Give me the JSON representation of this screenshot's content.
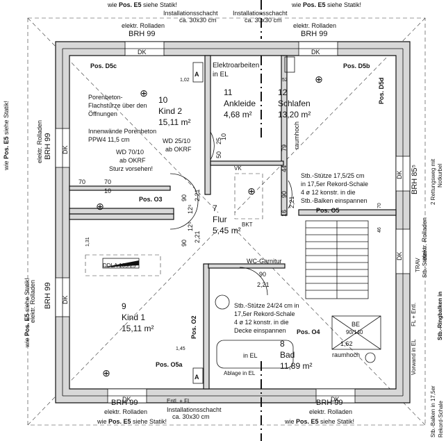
{
  "external": {
    "top_left_note": [
      "wie ",
      "Pos. E5",
      " siehe Statik!"
    ],
    "top_right_note": [
      "wie ",
      "Pos. E5",
      " siehe Statik!"
    ],
    "bottom_left_note": [
      "wie ",
      "Pos. E5",
      " siehe Statik!"
    ],
    "bottom_right_note": [
      "wie ",
      "Pos. E5",
      " siehe Statik!"
    ],
    "left_note_1": [
      "wie ",
      "Pos. E5",
      " siehe Statik!"
    ],
    "left_note_2": [
      "wie ",
      "Pos. E5",
      " siehe Statik!"
    ],
    "right_note_1": "2 Rettungsweg mit",
    "right_note_2": "Notkurbel",
    "right_note_3": "Stb.-Stütze",
    "right_note_4": "TRAV",
    "right_note_5": "Stb.-Ringbalken in",
    "right_note_6": "Stb.-Balken in 17,5er",
    "right_note_7": "Rekord-Schale",
    "right_note_8": "Vorwand in EL",
    "right_note_9": "FL + Entl."
  },
  "shafts": {
    "top_1_label": "Installationsschacht",
    "top_1_size": "ca. 30x30 cm",
    "top_2_label": "Installationsschacht",
    "top_2_size": "ca. 30x30 cm",
    "bottom_label": "Installationsschacht",
    "bottom_size": "ca. 30x30 cm",
    "bottom_entl": "Entl. + FL"
  },
  "windows": {
    "top_left_rolladen": "elektr. Rolladen",
    "top_left_brh": "BRH 99",
    "top_right_rolladen": "elektr. Rolladen",
    "top_right_brh": "BRH 99",
    "bottom_left_brh": "BRH 99",
    "bottom_left_rolladen": "elektr. Rolladen",
    "bottom_right_brh": "BRH 99",
    "bottom_right_rolladen": "elektr. Rolladen",
    "left_upper_rolladen": "elektr. Rolladen",
    "left_upper_brh": "BRH 99",
    "left_lower_rolladen": "elektr. Rolladen",
    "left_lower_brh": "BRH 99",
    "right_upper_brh": "BRH 85⁵",
    "right_lower_rolladen": "elektr. Rolladen",
    "dk": "DK"
  },
  "rooms": {
    "kind2": {
      "num": "10",
      "name": "Kind 2",
      "area": "15,11 m²"
    },
    "ankleide": {
      "num": "11",
      "name": "Ankleide",
      "area": "4,68 m²"
    },
    "schlafen": {
      "num": "12",
      "name": "Schlafen",
      "area": "13,20 m²"
    },
    "flur": {
      "num": "7",
      "name": "Flur",
      "area": "5,45 m²"
    },
    "kind1": {
      "num": "9",
      "name": "Kind 1",
      "area": "15,11 m²"
    },
    "bad": {
      "num": "8",
      "name": "Bad",
      "area": "11,89 m²"
    }
  },
  "positions": {
    "d5c": "Pos. D5c",
    "d5b": "Pos. D5b",
    "d5d": "Pos. D5d",
    "o3": "Pos. O3",
    "o5": "Pos. O5",
    "o2": "Pos. O2",
    "o4": "Pos. O4",
    "o5a": "Pos. O5a"
  },
  "notes": {
    "porenbeton_1": "Porenbeton-",
    "porenbeton_2": "Flachstürze über den",
    "porenbeton_3": "Öffnungen",
    "innenwaende_1": "Innenwände Porenbeton",
    "innenwaende_2": "PPW4 11,5 cm",
    "wd7010_1": "WD 70/10",
    "wd7010_2": "ab OKRF",
    "wd7010_3": "Sturz vorsehen!",
    "wd2510_1": "WD 25/10",
    "wd2510_2": "ab OKRF",
    "elektro_1": "Elektroarbeiten",
    "elektro_2": "in EL",
    "stuetze1_1": "Stb.-Stütze 17,5/25 cm",
    "stuetze1_2": "in 17,5er Rekord-Schale",
    "stuetze1_3": "4 ø 12 konstr. in die",
    "stuetze1_4": "Stb.-Balken einspannen",
    "stuetze2_1": "Stb.-Stütze 24/24 cm in",
    "stuetze2_2": "17,5er Rekord-Schale",
    "stuetze2_3": "4 ø 12 konstr. in die",
    "stuetze2_4": "Decke einspannen",
    "ddla": "DDLA 105/25",
    "wc": "WC-Garnitur",
    "raumhoch": "raumhoch",
    "in_el": "in EL",
    "ablage": "Ablage in EL",
    "be": "BE",
    "be_size": "90/140",
    "vk": "VK",
    "bkt": "BKT",
    "a": "A"
  },
  "dims": {
    "d102": "1,02",
    "d52": "52",
    "d70a": "70",
    "d70b": "70",
    "d10": "10",
    "d90a": "90",
    "d90b": "90",
    "d90c": "90",
    "d90d": "90",
    "d221a": "2,21",
    "d221b": "2,21",
    "d221c": "2,21",
    "d221d": "2,21",
    "d125a": "12⁵",
    "d125b": "12⁵",
    "d50": "50",
    "d25": "25",
    "d10b": "10",
    "d79": "79",
    "d44": "44",
    "d16": "16",
    "d131": "1,31",
    "d145": "1,45",
    "d162": "1,62",
    "d70c": "70",
    "d46": "46"
  }
}
